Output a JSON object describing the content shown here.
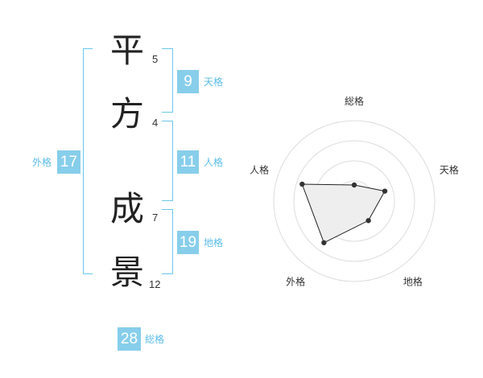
{
  "name": {
    "characters": [
      {
        "char": "平",
        "strokes": "5"
      },
      {
        "char": "方",
        "strokes": "4"
      },
      {
        "char": "成",
        "strokes": "7"
      },
      {
        "char": "景",
        "strokes": "12"
      }
    ]
  },
  "fortune": {
    "tenkaku": {
      "value": "9",
      "label": "天格"
    },
    "jinkaku": {
      "value": "11",
      "label": "人格"
    },
    "chikaku": {
      "value": "19",
      "label": "地格"
    },
    "gaikaku": {
      "value": "17",
      "label": "外格"
    },
    "soukaku": {
      "value": "28",
      "label": "総格"
    }
  },
  "colors": {
    "badge": "#87ceeb",
    "label": "#5bbde8",
    "bracket": "#6cc6ec"
  },
  "chart_data": {
    "type": "radar",
    "axes": [
      "総格",
      "天格",
      "地格",
      "外格",
      "人格"
    ],
    "values": [
      1.0,
      2.0,
      1.5,
      3.2,
      3.4
    ],
    "max": 5,
    "rings": 4
  }
}
